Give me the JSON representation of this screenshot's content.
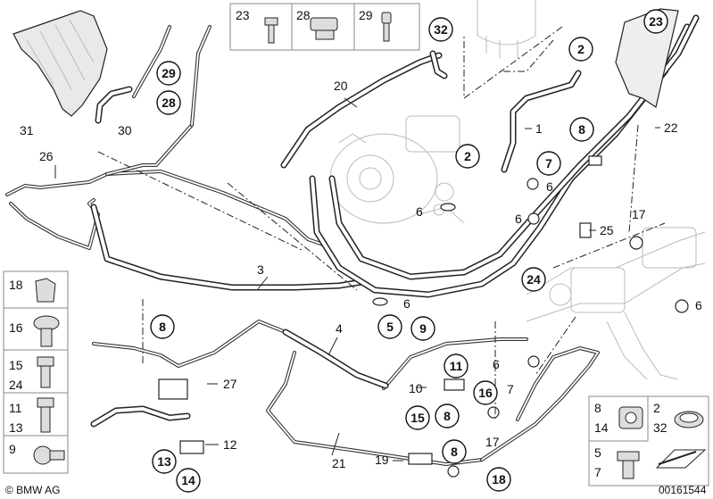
{
  "callouts_plain": [
    {
      "id": "p1",
      "t": "1"
    },
    {
      "id": "p3",
      "t": "3"
    },
    {
      "id": "p4",
      "t": "4"
    },
    {
      "id": "p6a",
      "t": "6"
    },
    {
      "id": "p6b",
      "t": "6"
    },
    {
      "id": "p6c",
      "t": "6"
    },
    {
      "id": "p6d",
      "t": "6"
    },
    {
      "id": "p6e",
      "t": "6"
    },
    {
      "id": "p6f",
      "t": "6"
    },
    {
      "id": "p7",
      "t": "7"
    },
    {
      "id": "p10",
      "t": "10"
    },
    {
      "id": "p12",
      "t": "12"
    },
    {
      "id": "p17",
      "t": "17"
    },
    {
      "id": "p17b",
      "t": "17"
    },
    {
      "id": "p19",
      "t": "19"
    },
    {
      "id": "p20",
      "t": "20"
    },
    {
      "id": "p21",
      "t": "21"
    },
    {
      "id": "p22",
      "t": "22"
    },
    {
      "id": "p25",
      "t": "25"
    },
    {
      "id": "p26",
      "t": "26"
    },
    {
      "id": "p27",
      "t": "27"
    },
    {
      "id": "p30",
      "t": "30"
    },
    {
      "id": "p31",
      "t": "31"
    }
  ],
  "callouts_circled": [
    {
      "id": "c2a",
      "t": "2"
    },
    {
      "id": "c2b",
      "t": "2"
    },
    {
      "id": "c5",
      "t": "5"
    },
    {
      "id": "c7",
      "t": "7"
    },
    {
      "id": "c8a",
      "t": "8"
    },
    {
      "id": "c8b",
      "t": "8"
    },
    {
      "id": "c8c",
      "t": "8"
    },
    {
      "id": "c8d",
      "t": "8"
    },
    {
      "id": "c9",
      "t": "9"
    },
    {
      "id": "c11",
      "t": "11"
    },
    {
      "id": "c13",
      "t": "13"
    },
    {
      "id": "c14",
      "t": "14"
    },
    {
      "id": "c15",
      "t": "15"
    },
    {
      "id": "c16",
      "t": "16"
    },
    {
      "id": "c18",
      "t": "18"
    },
    {
      "id": "c23",
      "t": "23"
    },
    {
      "id": "c24",
      "t": "24"
    },
    {
      "id": "c28",
      "t": "28"
    },
    {
      "id": "c29",
      "t": "29"
    },
    {
      "id": "c32",
      "t": "32"
    }
  ],
  "top_legend": [
    {
      "num": "23",
      "icon": "bolt-icon"
    },
    {
      "num": "28",
      "icon": "clip-nut-icon"
    },
    {
      "num": "29",
      "icon": "stud-icon"
    }
  ],
  "left_legend": [
    {
      "nums": [
        "18"
      ],
      "icon": "hose-clamp-icon"
    },
    {
      "nums": [
        "16"
      ],
      "icon": "banjo-bolt-icon"
    },
    {
      "nums": [
        "15",
        "24"
      ],
      "icon": "hex-bolt-icon"
    },
    {
      "nums": [
        "11",
        "13"
      ],
      "icon": "hex-bolt-long-icon"
    },
    {
      "nums": [
        "9"
      ],
      "icon": "pipe-clip-icon"
    }
  ],
  "right_legend": [
    {
      "nums": [
        "8",
        "14"
      ],
      "icon": "nut-icon"
    },
    {
      "nums": [
        "2",
        "32"
      ],
      "icon": "spring-clamp-icon"
    },
    {
      "nums": [
        "5",
        "7"
      ],
      "icon": "plug-bolt-icon"
    }
  ],
  "footer": {
    "brand": "© BMW AG",
    "part_number": "00161544"
  }
}
